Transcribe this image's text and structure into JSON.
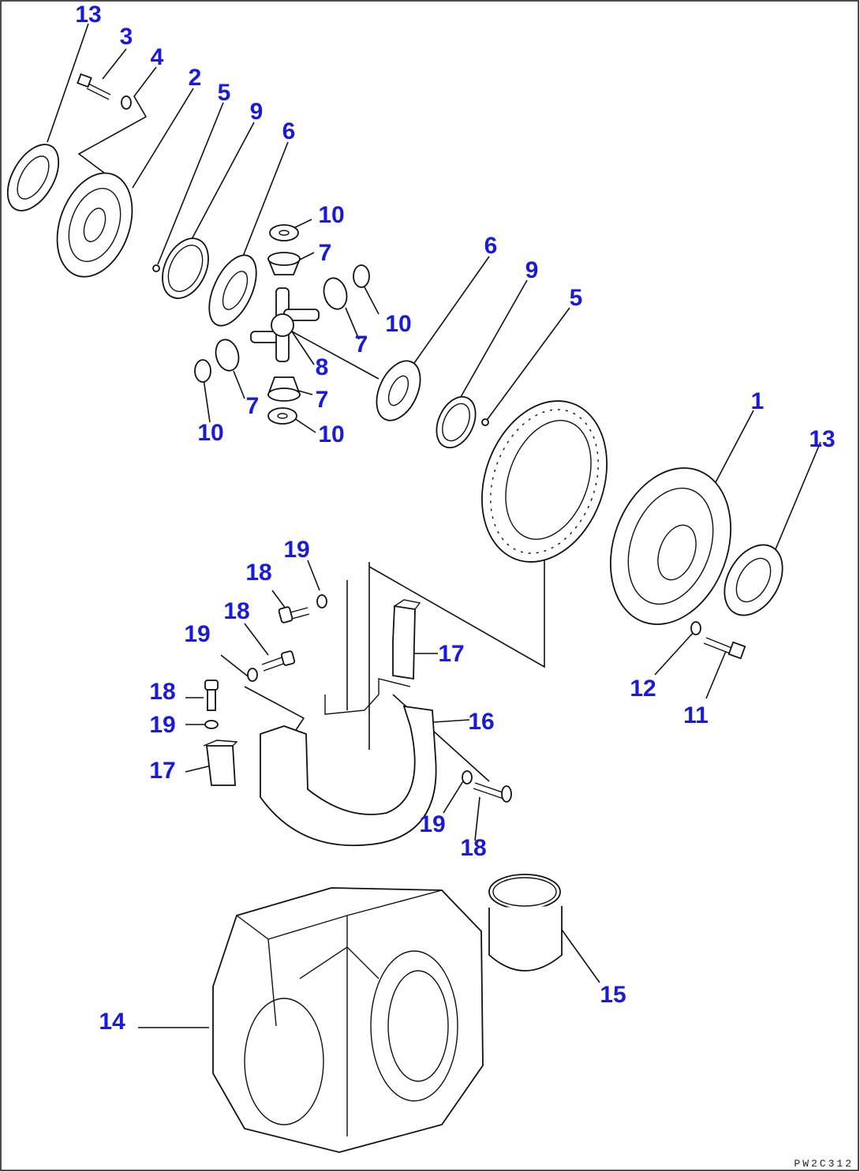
{
  "diagram": {
    "reference_code": "PW2C312",
    "callout_color": "#1a1adb",
    "line_color": "#111111",
    "callouts": [
      "13",
      "3",
      "4",
      "2",
      "5",
      "9",
      "6",
      "10",
      "7",
      "10",
      "7",
      "8",
      "7",
      "7",
      "10",
      "10",
      "6",
      "9",
      "5",
      "1",
      "13",
      "19",
      "18",
      "18",
      "19",
      "17",
      "18",
      "19",
      "16",
      "17",
      "19",
      "18",
      "12",
      "11",
      "14",
      "15"
    ]
  }
}
